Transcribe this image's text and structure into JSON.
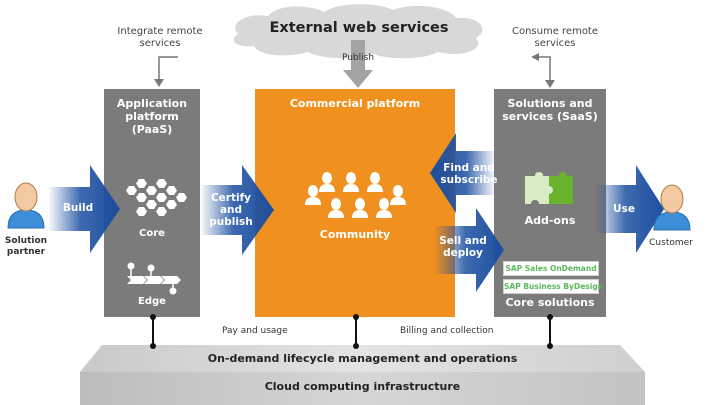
{
  "cloud": {
    "title": "External web services",
    "publish_label": "Publish"
  },
  "integrate_label": "Integrate remote services",
  "consume_label": "Consume remote services",
  "paas": {
    "title": "Application platform (PaaS)",
    "core_label": "Core",
    "edge_label": "Edge"
  },
  "commercial": {
    "title": "Commercial platform",
    "community_label": "Community"
  },
  "saas": {
    "title": "Solutions and services (SaaS)",
    "addons_label": "Add-ons",
    "core_solutions": [
      "SAP Sales OnDemand",
      "SAP Business ByDesign"
    ],
    "core_solutions_label": "Core solutions"
  },
  "arrows": {
    "build": "Build",
    "certify": "Certify and publish",
    "find": "Find and subscribe",
    "sell": "Sell and deploy",
    "use": "Use"
  },
  "people": {
    "partner": "Solution partner",
    "customer": "Customer"
  },
  "connectors": {
    "pay": "Pay and usage",
    "billing": "Billing and collection"
  },
  "platform": {
    "lifecycle": "On-demand lifecycle management and operations",
    "infrastructure": "Cloud computing infrastructure"
  },
  "colors": {
    "orange": "#f0901e",
    "gray_box": "#7b7b7b",
    "arrow_blue": "#1c4fa0",
    "green": "#6ab42d"
  }
}
